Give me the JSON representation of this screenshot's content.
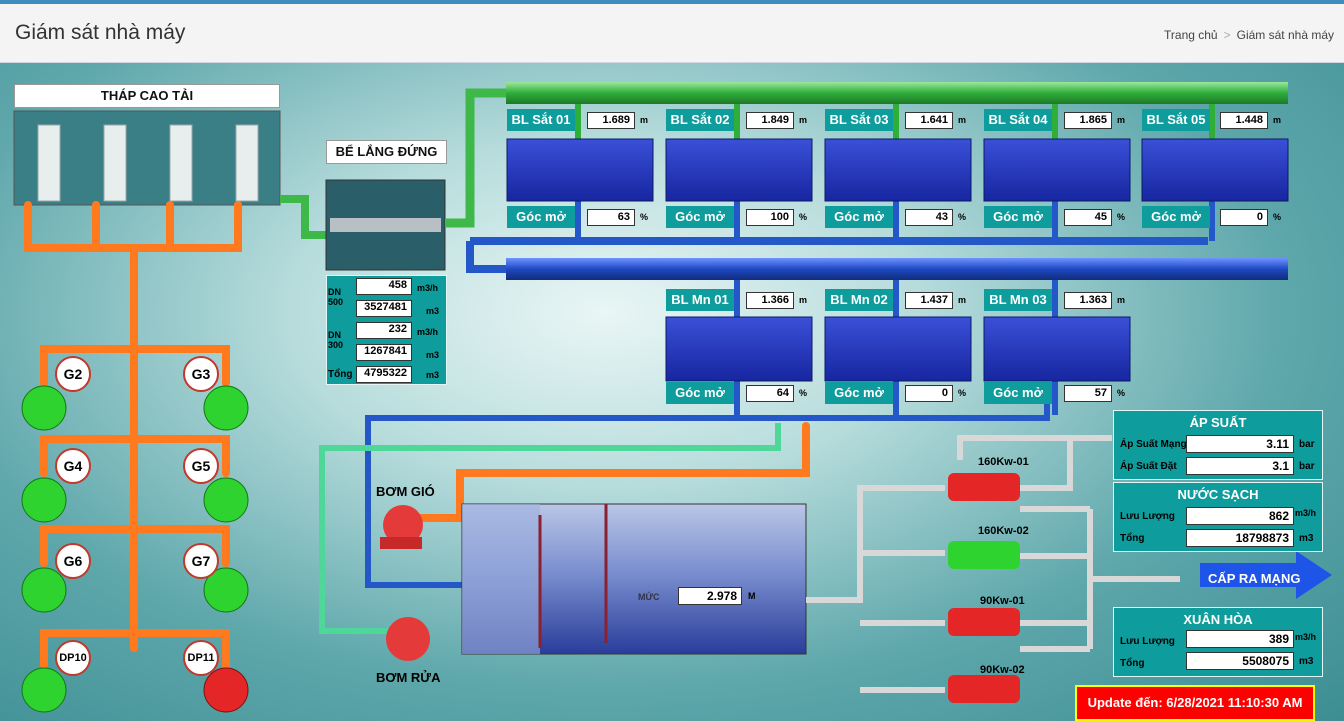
{
  "header": {
    "title": "Giám sát nhà máy",
    "breadcrumb_home": "Trang chủ",
    "breadcrumb_sep": ">",
    "breadcrumb_current": "Giám sát nhà máy"
  },
  "tower": {
    "title": "THÁP CAO TẢI"
  },
  "settling": {
    "title": "BỂ LẮNG ĐỨNG",
    "dn500_label": "DN 500",
    "dn500_flow": "458",
    "dn500_flow_unit": "m3/h",
    "dn500_total": "3527481",
    "dn500_total_unit": "m3",
    "dn300_label": "DN 300",
    "dn300_flow": "232",
    "dn300_flow_unit": "m3/h",
    "dn300_total": "1267841",
    "dn300_total_unit": "m3",
    "sum_label": "Tổng",
    "sum_total": "4795322",
    "sum_unit": "m3"
  },
  "filters": [
    {
      "label": "BL Sắt 01",
      "level": "1.689",
      "unit": "m",
      "open_label": "Góc mở",
      "open": "63",
      "open_unit": "%"
    },
    {
      "label": "BL Sắt 02",
      "level": "1.849",
      "unit": "m",
      "open_label": "Góc mở",
      "open": "100",
      "open_unit": "%"
    },
    {
      "label": "BL Sắt 03",
      "level": "1.641",
      "unit": "m",
      "open_label": "Góc mở",
      "open": "43",
      "open_unit": "%"
    },
    {
      "label": "BL Sắt 04",
      "level": "1.865",
      "unit": "m",
      "open_label": "Góc mở",
      "open": "45",
      "open_unit": "%"
    },
    {
      "label": "BL Sắt 05",
      "level": "1.448",
      "unit": "m",
      "open_label": "Góc mở",
      "open": "0",
      "open_unit": "%"
    },
    {
      "label": "BL Mn 01",
      "level": "1.366",
      "unit": "m",
      "open_label": "Góc mở",
      "open": "64",
      "open_unit": "%"
    },
    {
      "label": "BL Mn 02",
      "level": "1.437",
      "unit": "m",
      "open_label": "Góc mở",
      "open": "0",
      "open_unit": "%"
    },
    {
      "label": "BL Mn 03",
      "level": "1.363",
      "unit": "m",
      "open_label": "Góc mở",
      "open": "57",
      "open_unit": "%"
    }
  ],
  "pumps": {
    "g2": "G2",
    "g3": "G3",
    "g4": "G4",
    "g5": "G5",
    "g6": "G6",
    "g7": "G7",
    "dp10": "DP10",
    "dp11": "DP11"
  },
  "tank": {
    "blower_label": "BƠM GIÓ",
    "wash_label": "BƠM RỬA",
    "level_label": "MỨC",
    "level": "2.978",
    "level_unit": "M"
  },
  "distribution": {
    "p1": "160Kw-01",
    "p2": "160Kw-02",
    "p3": "90Kw-01",
    "p4": "90Kw-02",
    "outlet": "CẤP RA MẠNG"
  },
  "pressure": {
    "title": "ÁP SUẤT",
    "net_label": "Áp Suất Mạng",
    "net": "3.11",
    "set_label": "Áp Suất Đặt",
    "set": "3.1",
    "unit": "bar"
  },
  "clean_water": {
    "title": "NƯỚC SẠCH",
    "flow_label": "Lưu Lượng",
    "flow": "862",
    "flow_unit": "m3/h",
    "total_label": "Tổng",
    "total": "18798873",
    "total_unit": "m3"
  },
  "xuan_hoa": {
    "title": "XUÂN HÒA",
    "flow_label": "Lưu Lượng",
    "flow": "389",
    "flow_unit": "m3/h",
    "total_label": "Tổng",
    "total": "5508075",
    "total_unit": "m3"
  },
  "update": {
    "text": "Update đến: 6/28/2021 11:10:30 AM"
  },
  "colors": {
    "orange_pipe": "#ff7a1f",
    "green_pipe": "#3fb84a",
    "blue_pipe": "#2457c8",
    "teal_box": "#0e9c9c",
    "pump_green": "#2fd32f",
    "pump_red": "#e52626"
  }
}
